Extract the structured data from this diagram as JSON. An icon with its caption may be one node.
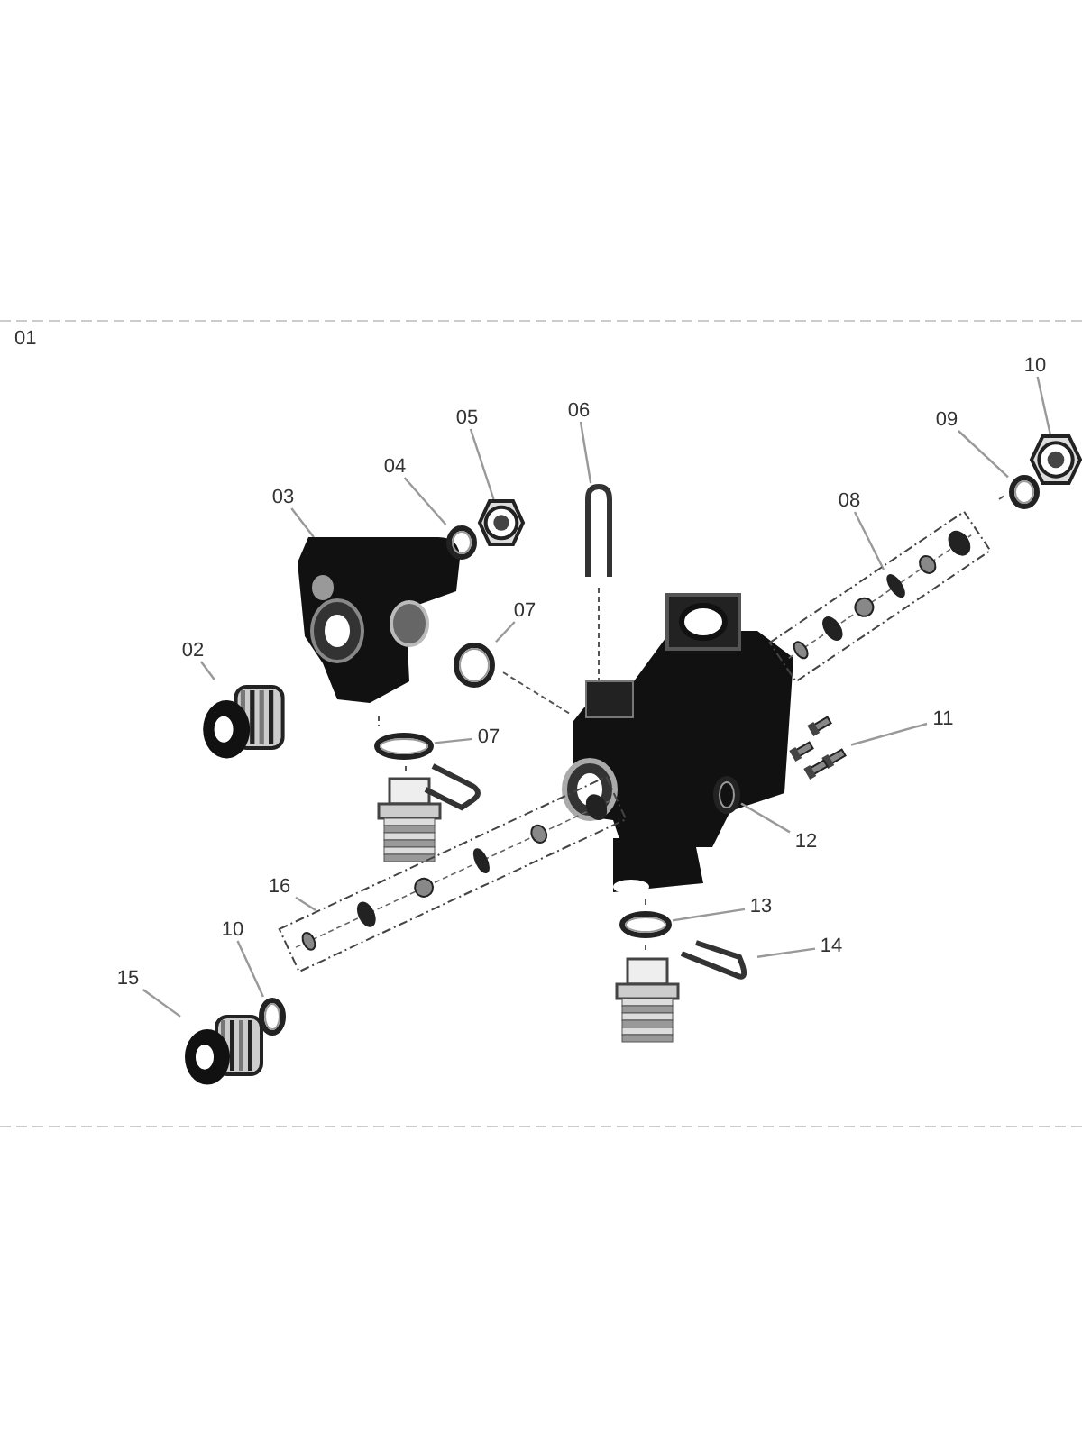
{
  "diagram": {
    "nodes": [
      {
        "text": [
          "02"
        ]
      },
      {
        "text": [
          "03"
        ]
      },
      {
        "text": [
          "04"
        ]
      },
      {
        "text": [
          "05"
        ]
      },
      {
        "text": [
          "06"
        ]
      },
      {
        "text": [
          "07"
        ]
      },
      {
        "text": [
          "07"
        ]
      },
      {
        "text": [
          "08"
        ]
      },
      {
        "text": [
          "09"
        ]
      },
      {
        "text": [
          "10"
        ]
      },
      {
        "text": [
          "11"
        ]
      },
      {
        "text": [
          "12"
        ]
      },
      {
        "text": [
          "13"
        ]
      },
      {
        "text": [
          "14"
        ]
      },
      {
        "text": [
          "15"
        ]
      },
      {
        "text": [
          "16"
        ]
      },
      {
        "text": [
          "10"
        ]
      },
      {
        "text": [],
        "shape": "picture"
      },
      {
        "text": [],
        "shape": "picture"
      },
      {
        "text": [],
        "shape": "picture"
      },
      {
        "text": [],
        "shape": "picture"
      },
      {
        "text": [],
        "shape": "picture"
      },
      {
        "text": [],
        "shape": "picture"
      },
      {
        "text": [],
        "shape": "picture"
      },
      {
        "text": [],
        "shape": "picture"
      },
      {
        "text": [],
        "shape": "picture"
      },
      {
        "text": [],
        "shape": "picture"
      },
      {
        "text": [],
        "shape": "picture"
      },
      {
        "text": [],
        "shape": "picture"
      },
      {
        "text": [],
        "shape": "picture"
      },
      {
        "text": [],
        "shape": "picture"
      },
      {
        "text": [],
        "shape": "picture"
      },
      {
        "text": [],
        "shape": "picture"
      },
      {
        "text": [],
        "shape": "picture"
      }
    ],
    "edges": [
      {
        "from": 0,
        "to": 17,
        "arrow": "none"
      },
      {
        "from": 1,
        "to": 18,
        "arrow": "none"
      },
      {
        "from": 2,
        "to": 19,
        "arrow": "none"
      },
      {
        "from": 3,
        "to": 20,
        "arrow": "none"
      },
      {
        "from": 4,
        "to": 21,
        "arrow": "none"
      },
      {
        "from": 5,
        "to": 22,
        "arrow": "none"
      },
      {
        "from": 6,
        "to": 23,
        "arrow": "none"
      },
      {
        "from": 7,
        "to": 24,
        "arrow": "none"
      },
      {
        "from": 8,
        "to": 25,
        "arrow": "none"
      },
      {
        "from": 9,
        "to": 26,
        "arrow": "none"
      },
      {
        "from": 10,
        "to": 27,
        "arrow": "none"
      },
      {
        "from": 11,
        "to": 28,
        "arrow": "none"
      },
      {
        "from": 12,
        "to": 29,
        "arrow": "none"
      },
      {
        "from": 13,
        "to": 30,
        "arrow": "none"
      },
      {
        "from": 14,
        "to": 31,
        "arrow": "none"
      },
      {
        "from": 15,
        "to": 32,
        "arrow": "none"
      },
      {
        "from": 16,
        "to": 33,
        "arrow": "none"
      }
    ],
    "labels": [
      "01"
    ]
  }
}
